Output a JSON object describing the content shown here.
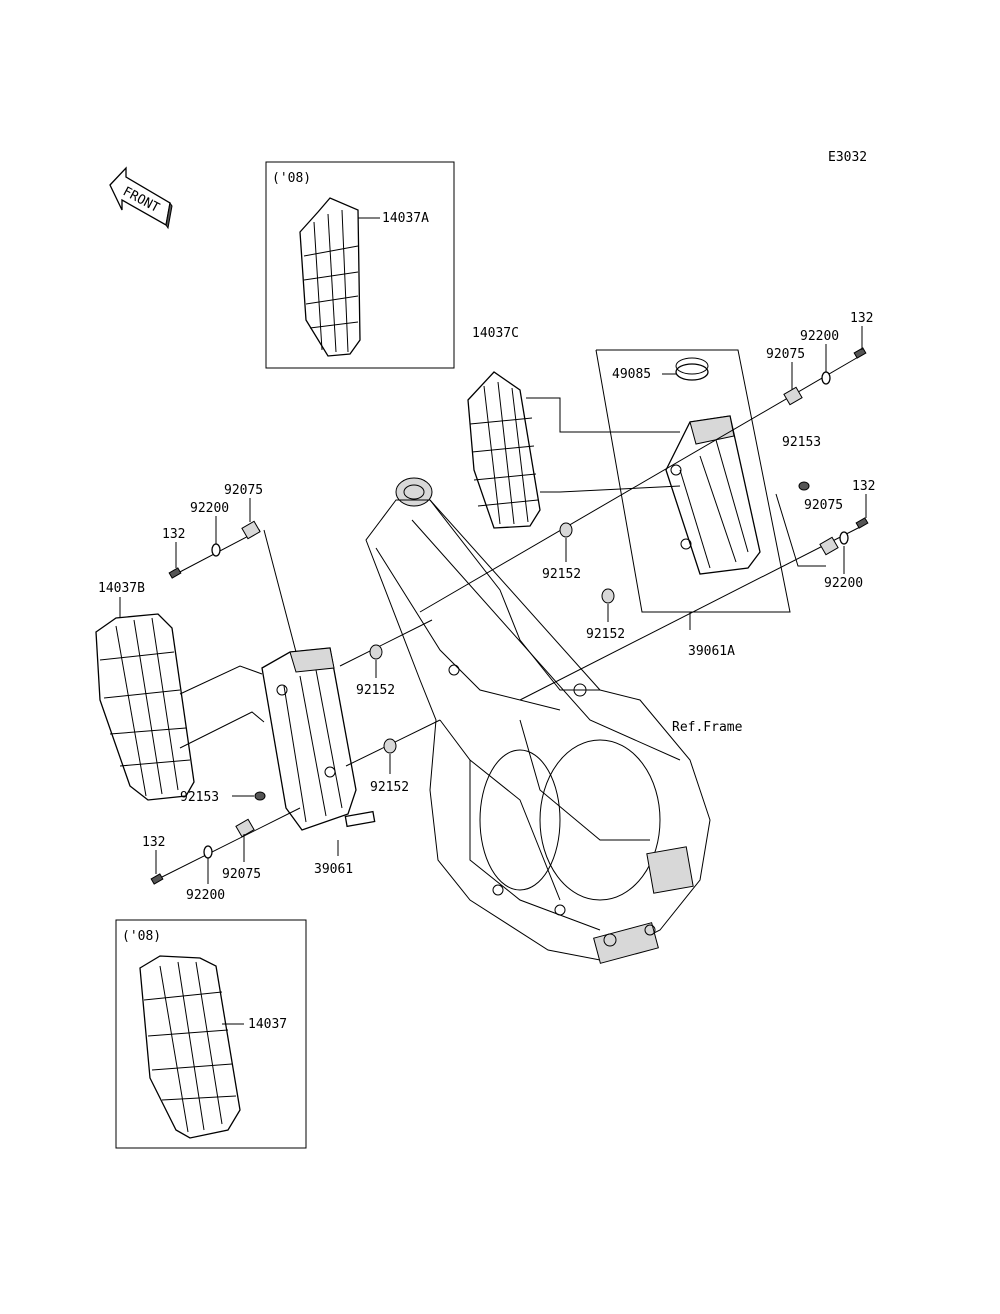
{
  "diagram_code": "E3032",
  "front_label": "FRONT",
  "frame_ref_label": "Ref.Frame",
  "insets": [
    {
      "tag": "('08)",
      "part": "14037A"
    },
    {
      "tag": "('08)",
      "part": "14037"
    }
  ],
  "callouts": {
    "shroud_c": "14037C",
    "shroud_b": "14037B",
    "cap": "49085",
    "radiator_right": "39061A",
    "radiator_left": "39061",
    "bolt_r_top": "132",
    "washer_r_top": "92200",
    "collar_r_top": "92075",
    "grommet_r_top": "92153",
    "collar_r_mid": "92075",
    "bolt_r_mid": "132",
    "washer_r_mid": "92200",
    "bushing_r_upper": "92152",
    "bushing_r_lower": "92152",
    "collar_l_top": "92075",
    "washer_l_top": "92200",
    "bolt_l_top": "132",
    "bushing_l_upper": "92152",
    "bushing_l_lower": "92152",
    "grommet_l": "92153",
    "bolt_l_bottom": "132",
    "collar_l_bottom": "92075",
    "washer_l_bottom": "92200"
  }
}
